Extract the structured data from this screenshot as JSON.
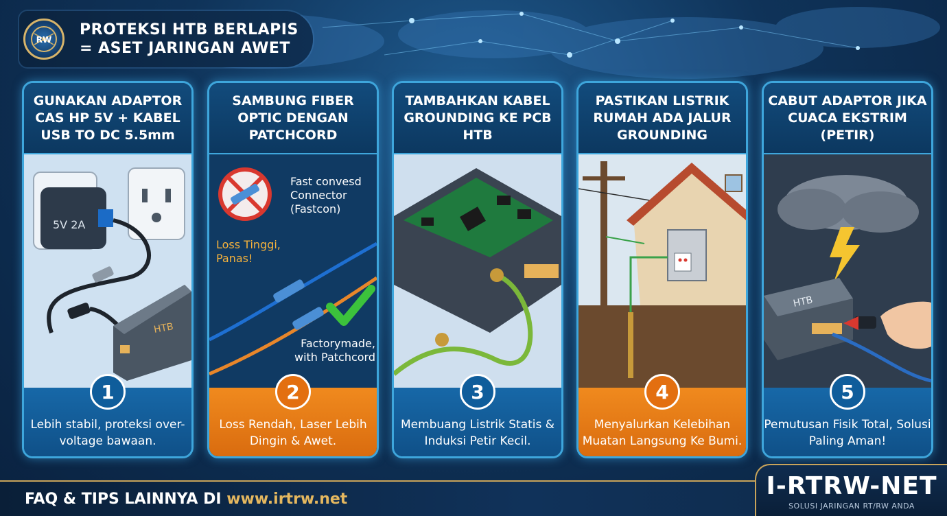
{
  "header": {
    "line1": "PROTEKSI HTB BERLAPIS",
    "line2": "= ASET JARINGAN AWET",
    "logo_text": "RW"
  },
  "steps": [
    {
      "number": "1",
      "title": "GUNAKAN ADAPTOR CAS HP 5V + KABEL USB TO DC 5.5mm",
      "caption": "Lebih stabil, proteksi over-voltage bawaan.",
      "adapter_label": "5V 2A",
      "device_label": "HTB",
      "theme": "blue"
    },
    {
      "number": "2",
      "title": "SAMBUNG FIBER OPTIC DENGAN PATCHCORD",
      "caption": "Loss Rendah, Laser Lebih Dingin & Awet.",
      "bad_label": "Fast convesd Connector (Fastcon)",
      "bad_warning": "Loss Tinggi, Panas!",
      "good_label": "Factorymade, with Patchcord",
      "theme": "orange"
    },
    {
      "number": "3",
      "title": "TAMBAHKAN KABEL GROUNDING KE PCB HTB",
      "caption": "Membuang Listrik Statis & Induksi Petir Kecil.",
      "theme": "blue"
    },
    {
      "number": "4",
      "title": "PASTIKAN LISTRIK RUMAH ADA JALUR GROUNDING",
      "caption": "Menyalurkan Kelebihan Muatan Langsung Ke Bumi.",
      "theme": "orange"
    },
    {
      "number": "5",
      "title": "CABUT ADAPTOR JIKA CUACA EKSTRIM (PETIR)",
      "caption": "Pemutusan Fisik Total, Solusi Paling Aman!",
      "device_label": "HTB",
      "theme": "blue"
    }
  ],
  "footer": {
    "prefix": "FAQ & TIPS LAINNYA DI ",
    "url": "www.irtrw.net"
  },
  "brand": {
    "name": "I-RTRW-NET",
    "tagline": "SOLUSI JARINGAN RT/RW ANDA"
  },
  "colors": {
    "card_border": "#3ea6dc",
    "accent_orange": "#e36f10",
    "accent_blue": "#0f5d9b",
    "gold": "#c9a45a",
    "pcb_green": "#1f7a3e",
    "warning_red": "#d9382f",
    "check_green": "#3cc23c"
  }
}
